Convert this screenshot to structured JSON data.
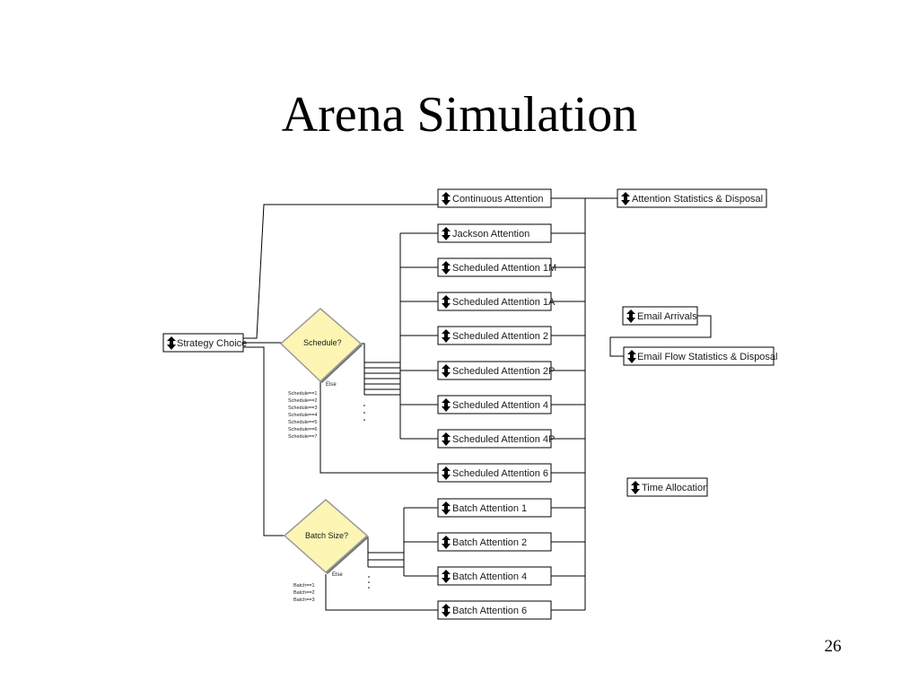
{
  "title": "Arena Simulation",
  "page_number": "26",
  "modules": {
    "strategy_choice": "Strategy Choice",
    "continuous_attention": "Continuous Attention",
    "jackson_attention": "Jackson Attention",
    "scheduled_attention_1m": "Scheduled Attention 1M",
    "scheduled_attention_1a": "Scheduled Attention 1A",
    "scheduled_attention_2": "Scheduled Attention 2",
    "scheduled_attention_2p": "Scheduled Attention 2P",
    "scheduled_attention_4": "Scheduled Attention 4",
    "scheduled_attention_4p": "Scheduled Attention 4P",
    "scheduled_attention_6": "Scheduled Attention 6",
    "batch_attention_1": "Batch Attention 1",
    "batch_attention_2": "Batch Attention 2",
    "batch_attention_4": "Batch Attention 4",
    "batch_attention_6": "Batch Attention 6",
    "attention_statistics_disposal": "Attention Statistics & Disposal",
    "email_arrivals": "Email Arrivals",
    "email_flow_statistics_disposal": "Email Flow Statistics & Disposal",
    "time_allocation": "Time Allocation"
  },
  "decisions": {
    "schedule": {
      "label": "Schedule?",
      "else_label": "Else",
      "conditions": [
        "Schedule==1",
        "Schedule==2",
        "Schedule==3",
        "Schedule==4",
        "Schedule==5",
        "Schedule==6",
        "Schedule==7"
      ]
    },
    "batch_size": {
      "label": "Batch Size?",
      "else_label": "Else",
      "conditions": [
        "Batch==1",
        "Batch==2",
        "Batch==3"
      ]
    }
  },
  "colors": {
    "decision_fill": "#fdf5b4",
    "module_fill": "#ffffff",
    "line": "#000000"
  },
  "icons": {
    "module": "down-arrow-icon"
  }
}
